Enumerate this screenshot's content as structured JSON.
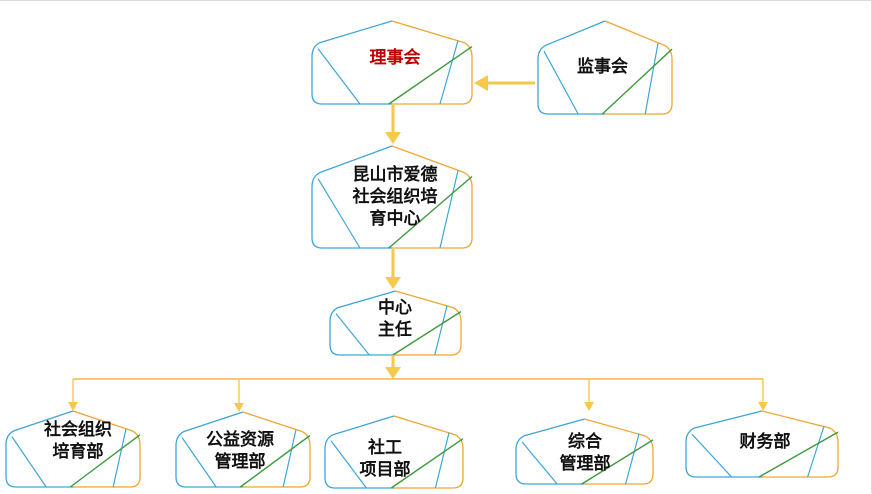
{
  "colors": {
    "blue": "#3ea6d6",
    "orange": "#f0a632",
    "green": "#3d9a3d",
    "connector": "#f6c94a",
    "red_text": "#c00000"
  },
  "nodes": {
    "board": {
      "label": "理事会"
    },
    "supervisors": {
      "label": "监事会"
    },
    "center": {
      "label": "昆山市爱德\n社会组织培\n育中心"
    },
    "director": {
      "label": "中心\n主任"
    },
    "dept1": {
      "label": "社会组织\n培育部"
    },
    "dept2": {
      "label": "公益资源\n管理部"
    },
    "dept3": {
      "label": "社工\n项目部"
    },
    "dept4": {
      "label": "综合\n管理部"
    },
    "dept5": {
      "label": "财务部"
    }
  }
}
